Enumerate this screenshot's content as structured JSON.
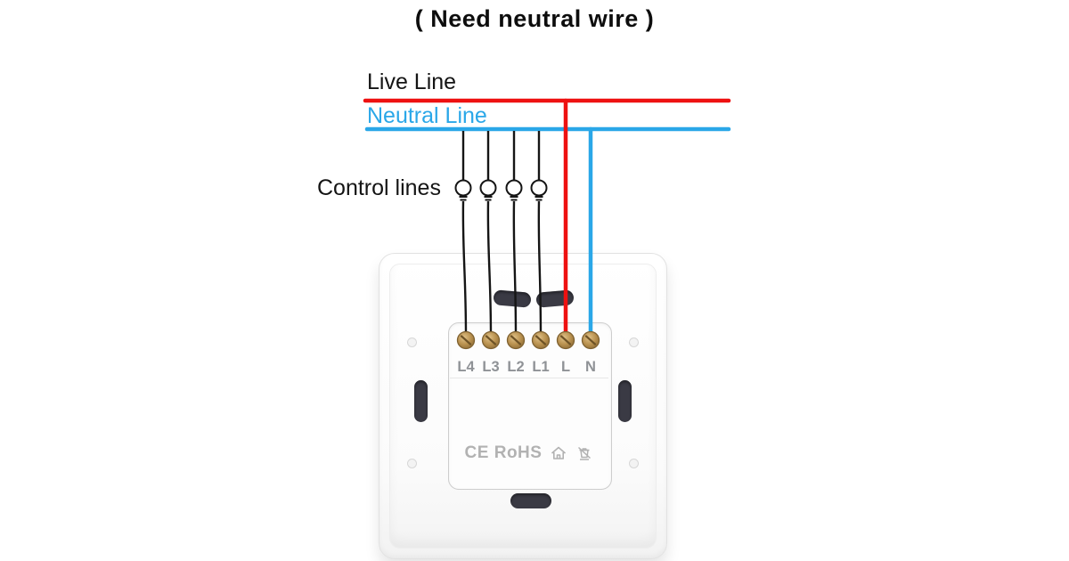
{
  "title": "( Need neutral wire )",
  "lines": {
    "live_label": "Live Line",
    "neutral_label": "Neutral Line",
    "control_label": "Control lines"
  },
  "colors": {
    "live_wire": "#ee1111",
    "neutral_wire": "#2aa7e8",
    "control_wire": "#151515",
    "terminal_screw": "#b8904e",
    "slot": "#3a3a44"
  },
  "module": {
    "terminals": [
      "L4",
      "L3",
      "L2",
      "L1",
      "L",
      "N"
    ],
    "certification": "CE RoHS"
  },
  "bulb_count": 4
}
